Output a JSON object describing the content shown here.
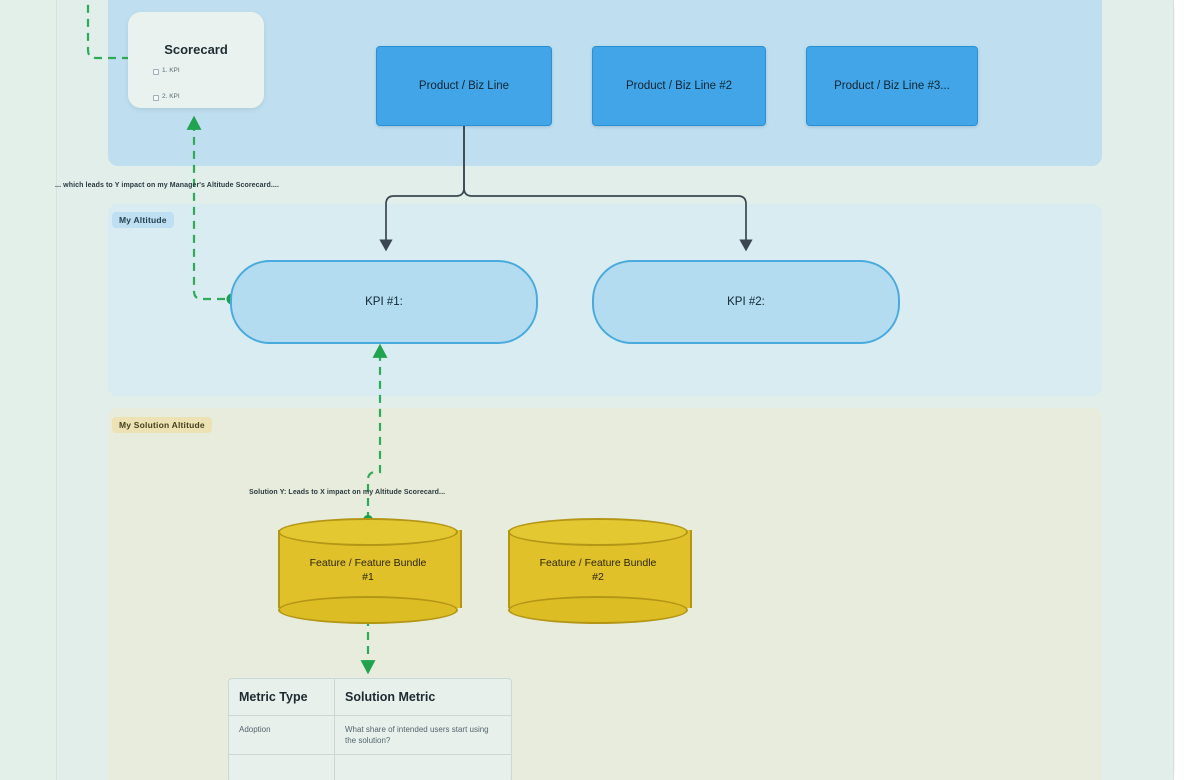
{
  "canvas": {
    "background_color": "#e1eeea",
    "frame_color": "#e3efe9"
  },
  "bands": [
    {
      "name": "top-band",
      "color": "#bfdff0",
      "label": ""
    },
    {
      "name": "altitude-band",
      "color": "#d9ecf2",
      "label": "My Altitude"
    },
    {
      "name": "solution-band",
      "color": "#e8ecdc",
      "label": "My Solution Altitude"
    }
  ],
  "scorecard": {
    "title": "Scorecard",
    "items": [
      {
        "label": "1. KPI"
      },
      {
        "label": "2. KPI"
      }
    ]
  },
  "products": [
    {
      "label": "Product / Biz Line"
    },
    {
      "label": "Product / Biz Line #2"
    },
    {
      "label": "Product / Biz Line #3..."
    }
  ],
  "kpis": [
    {
      "label": "KPI #1:"
    },
    {
      "label": "KPI #2:"
    }
  ],
  "features": [
    {
      "line1": "Feature / Feature Bundle",
      "line2": "#1"
    },
    {
      "line1": "Feature / Feature Bundle",
      "line2": "#2"
    }
  ],
  "notes": {
    "manager_note": "... which leads to Y impact on my Manager's Altitude Scorecard....",
    "solution_note": "Solution Y: Leads to X impact on my Altitude Scorecard..."
  },
  "metric_table": {
    "headers": [
      "Metric Type",
      "Solution Metric"
    ],
    "rows": [
      {
        "type": "Adoption",
        "metric": "What share of intended users start using the solution?"
      }
    ]
  },
  "colors": {
    "product_blue": "#42a5e8",
    "kpi_blue": "#b3dcf0",
    "cylinder_yellow": "#e0c129",
    "connector_green": "#1fa34f",
    "connector_black": "#3a4750"
  }
}
